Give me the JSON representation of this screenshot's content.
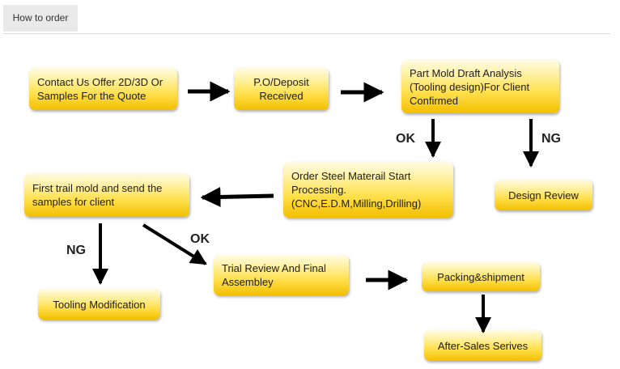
{
  "tab": {
    "label": "How to order"
  },
  "flow": {
    "contact": "Contact Us Offer 2D/3D Or Samples For the Quote",
    "po": "P.O/Deposit Received",
    "analysis": "Part Mold Draft Analysis (Tooling design)For Client Confirmed",
    "order_steel": "Order Steel Materail Start Processing.(CNC,E.D.M,Milling,Drilling)",
    "design_review": "Design Review",
    "first_trail": "First trail mold and send the samples for client",
    "tooling_mod": "Tooling Modification",
    "trial_review": "Trial Review And Final Assembley",
    "packing": "Packing&shipment",
    "after_sales": "After-Sales Serives"
  },
  "labels": {
    "ok_1": "OK",
    "ng_1": "NG",
    "ng_2": "NG",
    "ok_2": "OK"
  },
  "colors": {
    "box_top": "#fff1a2",
    "box_bottom": "#f2bf00",
    "arrow": "#000000"
  }
}
